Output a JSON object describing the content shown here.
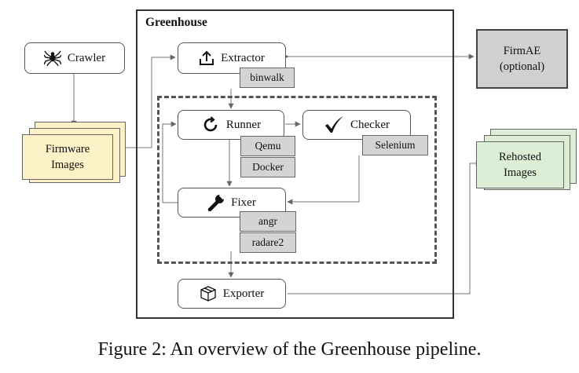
{
  "greenhouse": {
    "title": "Greenhouse"
  },
  "crawler": {
    "label": "Crawler",
    "icon": "spider-icon"
  },
  "firmware_images": {
    "line1": "Firmware",
    "line2": "Images",
    "color": "#fdf1c8"
  },
  "extractor": {
    "label": "Extractor",
    "icon": "upload-icon",
    "tools": [
      "binwalk"
    ]
  },
  "runner": {
    "label": "Runner",
    "icon": "refresh-icon",
    "tools": [
      "Qemu",
      "Docker"
    ]
  },
  "checker": {
    "label": "Checker",
    "icon": "checkmark-icon",
    "tools": [
      "Selenium"
    ]
  },
  "fixer": {
    "label": "Fixer",
    "icon": "wrench-icon",
    "tools": [
      "angr",
      "radare2"
    ]
  },
  "exporter": {
    "label": "Exporter",
    "icon": "package-icon"
  },
  "firmae": {
    "line1": "FirmAE",
    "line2": "(optional)",
    "color": "#d0d0d0"
  },
  "rehosted_images": {
    "line1": "Rehosted",
    "line2": "Images",
    "color": "#dcefd6"
  },
  "caption": "Figure 2: An overview of the Greenhouse pipeline."
}
